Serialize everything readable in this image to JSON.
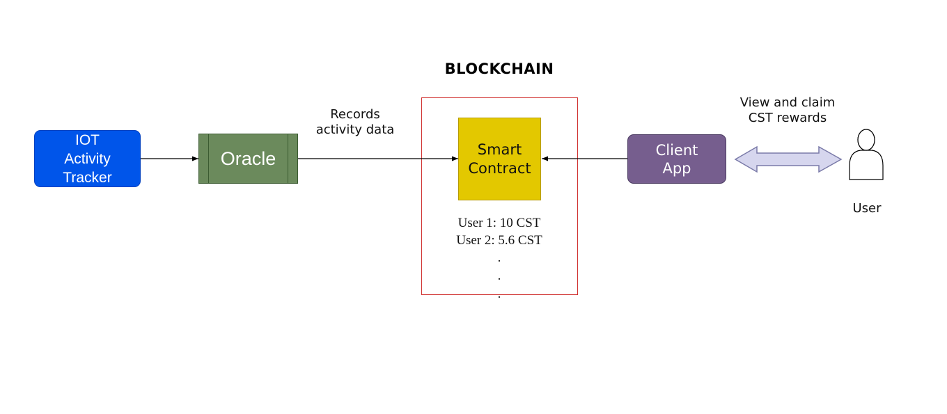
{
  "diagram": {
    "title": "BLOCKCHAIN",
    "nodes": {
      "iot_tracker": {
        "lines": [
          "IOT",
          "Activity",
          "Tracker"
        ],
        "fill": "#0055ea"
      },
      "oracle": {
        "label": "Oracle",
        "fill": "#6b8a5c"
      },
      "smart_contract": {
        "lines": [
          "Smart",
          "Contract"
        ],
        "fill": "#e3c800"
      },
      "client_app": {
        "lines": [
          "Client",
          "App"
        ],
        "fill": "#765e8e"
      },
      "user": {
        "label": "User",
        "icon": "user-icon"
      }
    },
    "edge_labels": {
      "records": [
        "Records",
        "activity data"
      ],
      "view_claim": [
        "View and claim",
        "CST rewards"
      ]
    },
    "balances": {
      "rows": [
        "User 1: 10 CST",
        "User 2: 5.6 CST"
      ],
      "ellipsis": [
        ".",
        ".",
        "."
      ]
    },
    "colors": {
      "blockchain_border": "#d0302f",
      "arrow": "#000000",
      "double_arrow_fill": "#d6d6ee",
      "double_arrow_stroke": "#7a7aa8"
    }
  }
}
